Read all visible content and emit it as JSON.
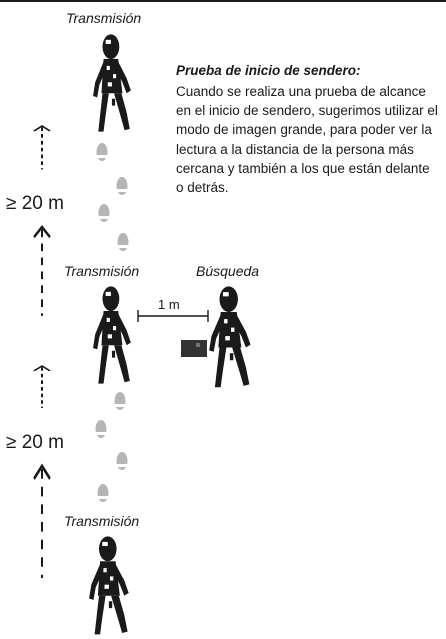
{
  "labels": {
    "transmision_top": "Transmisión",
    "transmision_mid": "Transmisión",
    "busqueda": "Búsqueda",
    "transmision_bottom": "Transmisión"
  },
  "distances": {
    "upper": "≥ 20 m",
    "lower": "≥ 20 m",
    "between_people": "1 m"
  },
  "note": {
    "title": "Prueba de inicio de sendero:",
    "body": "Cuando se realiza una prueba de alcance en el inicio de sendero, sugerimos utilizar el modo de imagen grande, para poder ver la lectura a la distancia de la persona más cercana y también a los que están delante o detrás."
  },
  "icons": [
    "person-transmit-icon",
    "footprint-icon",
    "person-search-icon",
    "beacon-device-icon",
    "arrow-up-icon"
  ],
  "colors": {
    "figure": "#1a1a1a",
    "footprint": "#b5b5b5",
    "device": "#333333"
  }
}
